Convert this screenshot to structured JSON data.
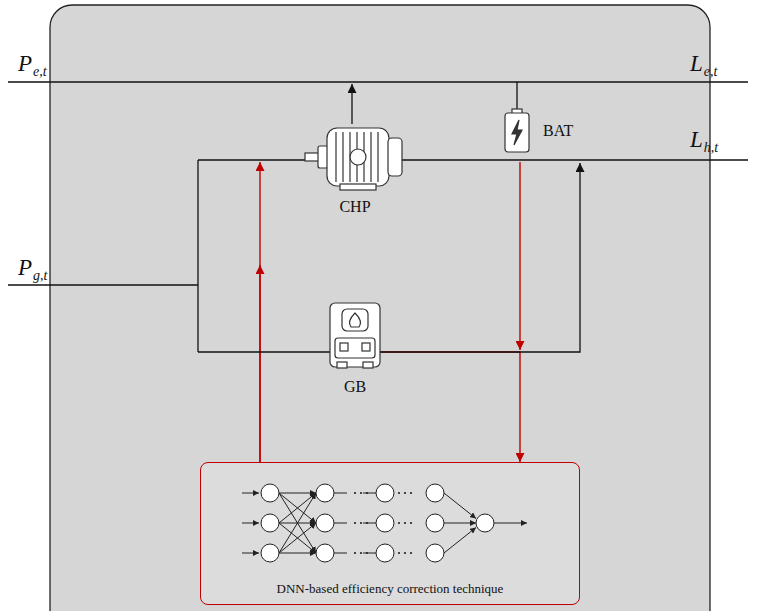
{
  "diagram": {
    "nodes": [
      {
        "text": [
          "CHP"
        ]
      },
      {
        "text": [
          "BAT"
        ]
      },
      {
        "text": [
          "GB"
        ]
      },
      {
        "text": [
          "DNN-based efficiency correction technique"
        ]
      }
    ],
    "edges": [
      {
        "from": 3,
        "to": 0,
        "arrow": "to"
      },
      {
        "from": 3,
        "to": 2,
        "arrow": "to"
      },
      {
        "from": 0,
        "to": 3,
        "arrow": "to"
      },
      {
        "from": 2,
        "to": 3,
        "arrow": "to"
      }
    ],
    "labels": [
      "Pe,t",
      "Le,t",
      "Lh,t",
      "Pg,t"
    ]
  }
}
